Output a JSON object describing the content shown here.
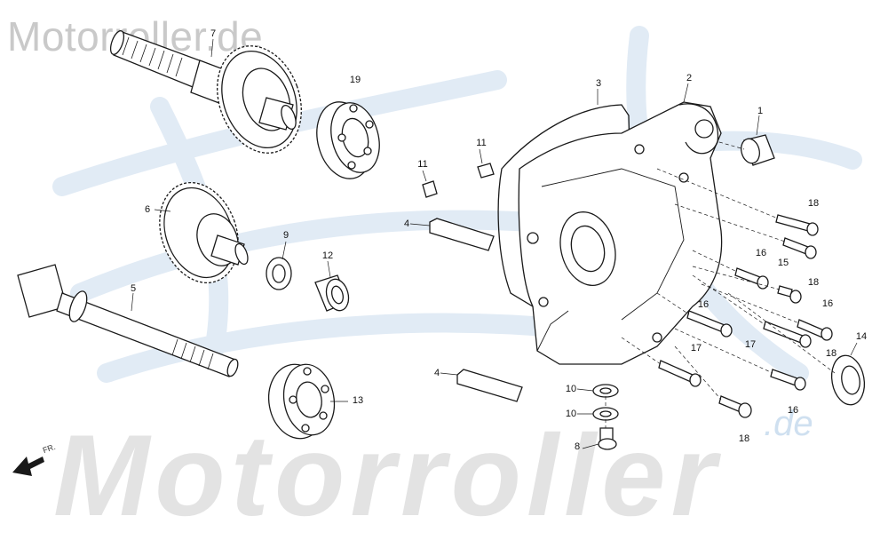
{
  "watermark": {
    "top": "Motorroller.de",
    "bottom": "Motorroller",
    "corner": ".de"
  },
  "callouts": [
    {
      "id": "p7",
      "label": "7"
    },
    {
      "id": "p19",
      "label": "19"
    },
    {
      "id": "p3",
      "label": "3"
    },
    {
      "id": "p2",
      "label": "2"
    },
    {
      "id": "p1",
      "label": "1"
    },
    {
      "id": "p11a",
      "label": "11"
    },
    {
      "id": "p11b",
      "label": "11"
    },
    {
      "id": "p4a",
      "label": "4"
    },
    {
      "id": "p6",
      "label": "6"
    },
    {
      "id": "p9",
      "label": "9"
    },
    {
      "id": "p12",
      "label": "12"
    },
    {
      "id": "p5",
      "label": "5"
    },
    {
      "id": "p18a",
      "label": "18"
    },
    {
      "id": "p18b",
      "label": "18"
    },
    {
      "id": "p16a",
      "label": "16"
    },
    {
      "id": "p15",
      "label": "15"
    },
    {
      "id": "p16b",
      "label": "16"
    },
    {
      "id": "p16c",
      "label": "16"
    },
    {
      "id": "p17a",
      "label": "17"
    },
    {
      "id": "p17b",
      "label": "17"
    },
    {
      "id": "p18c",
      "label": "18"
    },
    {
      "id": "p14",
      "label": "14"
    },
    {
      "id": "p13",
      "label": "13"
    },
    {
      "id": "p4b",
      "label": "4"
    },
    {
      "id": "p10a",
      "label": "10"
    },
    {
      "id": "p10b",
      "label": "10"
    },
    {
      "id": "p8",
      "label": "8"
    },
    {
      "id": "p16d",
      "label": "16"
    },
    {
      "id": "p18d",
      "label": "18"
    }
  ],
  "front_arrow_label": "FR.",
  "colors": {
    "line": "#1a1a1a",
    "watermark": "#dde8f3"
  }
}
